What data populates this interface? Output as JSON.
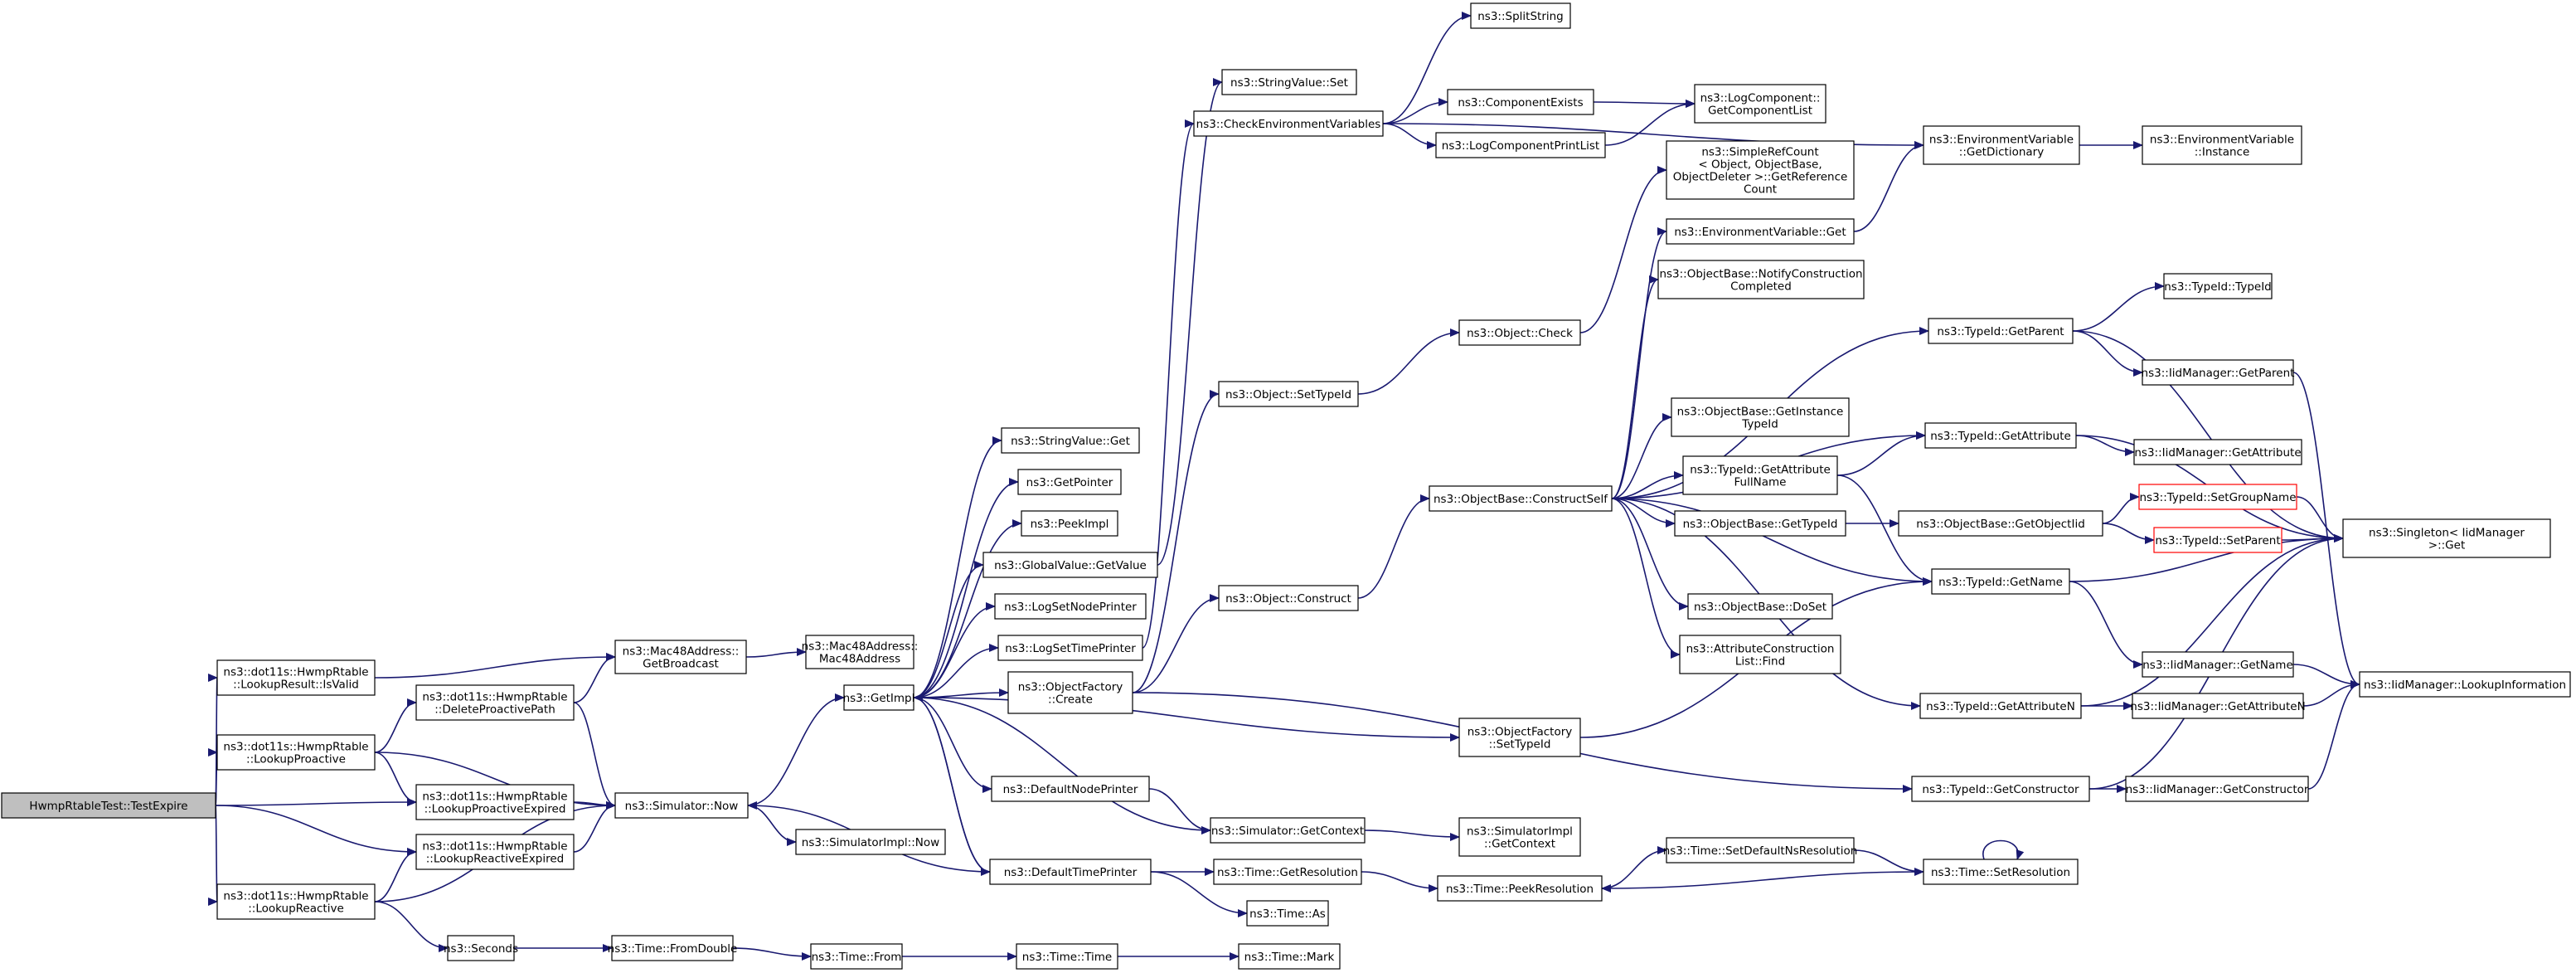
{
  "root": "n0",
  "nodes": [
    {
      "id": "n0",
      "lines": [
        "HwmpRtableTest::TestExpire"
      ]
    },
    {
      "id": "n1",
      "lines": [
        "ns3::dot11s::HwmpRtable",
        "::LookupResult::IsValid"
      ]
    },
    {
      "id": "n2",
      "lines": [
        "ns3::dot11s::HwmpRtable",
        "::LookupProactive"
      ]
    },
    {
      "id": "n3",
      "lines": [
        "ns3::dot11s::HwmpRtable",
        "::LookupProactiveExpired"
      ]
    },
    {
      "id": "n4",
      "lines": [
        "ns3::dot11s::HwmpRtable",
        "::LookupReactiveExpired"
      ]
    },
    {
      "id": "n5",
      "lines": [
        "ns3::dot11s::HwmpRtable",
        "::LookupReactive"
      ]
    },
    {
      "id": "n6",
      "lines": [
        "ns3::dot11s::HwmpRtable",
        "::DeleteProactivePath"
      ]
    },
    {
      "id": "n7",
      "lines": [
        "ns3::Mac48Address::",
        "GetBroadcast"
      ]
    },
    {
      "id": "n8",
      "lines": [
        "ns3::Mac48Address::",
        "Mac48Address"
      ]
    },
    {
      "id": "n9",
      "lines": [
        "ns3::Simulator::Now"
      ]
    },
    {
      "id": "n10",
      "lines": [
        "ns3::SimulatorImpl::Now"
      ]
    },
    {
      "id": "n11",
      "lines": [
        "ns3::GetImpl"
      ]
    },
    {
      "id": "n12",
      "lines": [
        "ns3::Seconds"
      ]
    },
    {
      "id": "n13",
      "lines": [
        "ns3::Time::FromDouble"
      ]
    },
    {
      "id": "n14",
      "lines": [
        "ns3::Time::From"
      ]
    },
    {
      "id": "n15",
      "lines": [
        "ns3::Time::Time"
      ]
    },
    {
      "id": "n16",
      "lines": [
        "ns3::Time::Mark"
      ]
    },
    {
      "id": "n17",
      "lines": [
        "ns3::StringValue::Get"
      ]
    },
    {
      "id": "n18",
      "lines": [
        "ns3::GetPointer"
      ]
    },
    {
      "id": "n19",
      "lines": [
        "ns3::PeekImpl"
      ]
    },
    {
      "id": "n20",
      "lines": [
        "ns3::GlobalValue::GetValue"
      ]
    },
    {
      "id": "n21",
      "lines": [
        "ns3::LogSetNodePrinter"
      ]
    },
    {
      "id": "n22",
      "lines": [
        "ns3::LogSetTimePrinter"
      ]
    },
    {
      "id": "n23",
      "lines": [
        "ns3::ObjectFactory",
        "::Create"
      ]
    },
    {
      "id": "n24",
      "lines": [
        "ns3::DefaultNodePrinter"
      ]
    },
    {
      "id": "n25",
      "lines": [
        "ns3::DefaultTimePrinter"
      ]
    },
    {
      "id": "n26",
      "lines": [
        "ns3::StringValue::Set"
      ]
    },
    {
      "id": "n27",
      "lines": [
        "ns3::CheckEnvironmentVariables"
      ]
    },
    {
      "id": "n28",
      "lines": [
        "ns3::Object::SetTypeId"
      ]
    },
    {
      "id": "n29",
      "lines": [
        "ns3::Object::Construct"
      ]
    },
    {
      "id": "n30",
      "lines": [
        "ns3::Simulator::GetContext"
      ]
    },
    {
      "id": "n31",
      "lines": [
        "ns3::Time::GetResolution"
      ]
    },
    {
      "id": "n32",
      "lines": [
        "ns3::Time::As"
      ]
    },
    {
      "id": "n33",
      "lines": [
        "ns3::SplitString"
      ]
    },
    {
      "id": "n34",
      "lines": [
        "ns3::ComponentExists"
      ]
    },
    {
      "id": "n35",
      "lines": [
        "ns3::LogComponentPrintList"
      ]
    },
    {
      "id": "n36",
      "lines": [
        "ns3::Object::Check"
      ]
    },
    {
      "id": "n37",
      "lines": [
        "ns3::ObjectBase::ConstructSelf"
      ]
    },
    {
      "id": "n38",
      "lines": [
        "ns3::ObjectFactory",
        "::SetTypeId"
      ]
    },
    {
      "id": "n39",
      "lines": [
        "ns3::SimulatorImpl",
        "::GetContext"
      ]
    },
    {
      "id": "n40",
      "lines": [
        "ns3::Time::PeekResolution"
      ]
    },
    {
      "id": "n41",
      "lines": [
        "ns3::LogComponent::",
        "GetComponentList"
      ]
    },
    {
      "id": "n42",
      "lines": [
        "ns3::SimpleRefCount",
        "< Object, ObjectBase,",
        "ObjectDeleter >::GetReference",
        "Count"
      ]
    },
    {
      "id": "n43",
      "lines": [
        "ns3::EnvironmentVariable::Get"
      ]
    },
    {
      "id": "n44",
      "lines": [
        "ns3::ObjectBase::NotifyConstruction",
        "Completed"
      ]
    },
    {
      "id": "n45",
      "lines": [
        "ns3::ObjectBase::GetInstance",
        "TypeId"
      ]
    },
    {
      "id": "n46",
      "lines": [
        "ns3::TypeId::GetAttribute",
        "FullName"
      ]
    },
    {
      "id": "n47",
      "lines": [
        "ns3::ObjectBase::GetTypeId"
      ]
    },
    {
      "id": "n48",
      "lines": [
        "ns3::ObjectBase::DoSet"
      ]
    },
    {
      "id": "n49",
      "lines": [
        "ns3::AttributeConstruction",
        "List::Find"
      ]
    },
    {
      "id": "n50",
      "lines": [
        "ns3::Time::SetDefaultNsResolution"
      ]
    },
    {
      "id": "n51",
      "lines": [
        "ns3::EnvironmentVariable",
        "::GetDictionary"
      ]
    },
    {
      "id": "n52",
      "lines": [
        "ns3::TypeId::GetParent"
      ]
    },
    {
      "id": "n53",
      "lines": [
        "ns3::TypeId::GetAttribute"
      ]
    },
    {
      "id": "n54",
      "lines": [
        "ns3::ObjectBase::GetObjectIid"
      ]
    },
    {
      "id": "n55",
      "lines": [
        "ns3::TypeId::GetName"
      ]
    },
    {
      "id": "n56",
      "lines": [
        "ns3::TypeId::GetAttributeN"
      ]
    },
    {
      "id": "n57",
      "lines": [
        "ns3::TypeId::GetConstructor"
      ]
    },
    {
      "id": "n58",
      "lines": [
        "ns3::Time::SetResolution"
      ]
    },
    {
      "id": "n59",
      "lines": [
        "ns3::EnvironmentVariable",
        "::Instance"
      ]
    },
    {
      "id": "n60",
      "lines": [
        "ns3::TypeId::TypeId"
      ]
    },
    {
      "id": "n61",
      "lines": [
        "ns3::IidManager::GetParent"
      ]
    },
    {
      "id": "n62",
      "lines": [
        "ns3::IidManager::GetAttribute"
      ]
    },
    {
      "id": "n63",
      "lines": [
        "ns3::TypeId::SetGroupName"
      ],
      "highlight": "red"
    },
    {
      "id": "n64",
      "lines": [
        "ns3::TypeId::SetParent"
      ],
      "highlight": "red"
    },
    {
      "id": "n65",
      "lines": [
        "ns3::IidManager::GetName"
      ]
    },
    {
      "id": "n66",
      "lines": [
        "ns3::IidManager::GetAttributeN"
      ]
    },
    {
      "id": "n67",
      "lines": [
        "ns3::IidManager::GetConstructor"
      ]
    },
    {
      "id": "n68",
      "lines": [
        "ns3::Singleton< IidManager",
        " >::Get"
      ]
    },
    {
      "id": "n69",
      "lines": [
        "ns3::IidManager::LookupInformation"
      ]
    }
  ],
  "edges": [
    [
      "n0",
      "n1"
    ],
    [
      "n0",
      "n2"
    ],
    [
      "n0",
      "n3"
    ],
    [
      "n0",
      "n4"
    ],
    [
      "n0",
      "n5"
    ],
    [
      "n1",
      "n7"
    ],
    [
      "n2",
      "n6"
    ],
    [
      "n2",
      "n3"
    ],
    [
      "n2",
      "n9"
    ],
    [
      "n3",
      "n9"
    ],
    [
      "n4",
      "n9"
    ],
    [
      "n5",
      "n4"
    ],
    [
      "n5",
      "n9"
    ],
    [
      "n5",
      "n12"
    ],
    [
      "n6",
      "n7"
    ],
    [
      "n6",
      "n9"
    ],
    [
      "n7",
      "n8"
    ],
    [
      "n9",
      "n10"
    ],
    [
      "n9",
      "n11"
    ],
    [
      "n12",
      "n13"
    ],
    [
      "n13",
      "n14"
    ],
    [
      "n14",
      "n15"
    ],
    [
      "n15",
      "n16"
    ],
    [
      "n11",
      "n17"
    ],
    [
      "n11",
      "n18"
    ],
    [
      "n11",
      "n19"
    ],
    [
      "n11",
      "n20"
    ],
    [
      "n11",
      "n21"
    ],
    [
      "n11",
      "n22"
    ],
    [
      "n11",
      "n23"
    ],
    [
      "n11",
      "n24"
    ],
    [
      "n11",
      "n25"
    ],
    [
      "n11",
      "n30"
    ],
    [
      "n11",
      "n38"
    ],
    [
      "n20",
      "n26"
    ],
    [
      "n22",
      "n27"
    ],
    [
      "n23",
      "n28"
    ],
    [
      "n23",
      "n29"
    ],
    [
      "n23",
      "n57"
    ],
    [
      "n24",
      "n30"
    ],
    [
      "n25",
      "n9"
    ],
    [
      "n25",
      "n11"
    ],
    [
      "n25",
      "n31"
    ],
    [
      "n25",
      "n32"
    ],
    [
      "n27",
      "n33"
    ],
    [
      "n27",
      "n34"
    ],
    [
      "n27",
      "n35"
    ],
    [
      "n27",
      "n51"
    ],
    [
      "n28",
      "n36"
    ],
    [
      "n29",
      "n37"
    ],
    [
      "n30",
      "n39"
    ],
    [
      "n31",
      "n40"
    ],
    [
      "n34",
      "n41"
    ],
    [
      "n35",
      "n41"
    ],
    [
      "n36",
      "n42"
    ],
    [
      "n37",
      "n43"
    ],
    [
      "n37",
      "n44"
    ],
    [
      "n37",
      "n45"
    ],
    [
      "n37",
      "n46"
    ],
    [
      "n37",
      "n47"
    ],
    [
      "n37",
      "n48"
    ],
    [
      "n37",
      "n49"
    ],
    [
      "n37",
      "n52"
    ],
    [
      "n37",
      "n53"
    ],
    [
      "n37",
      "n55"
    ],
    [
      "n37",
      "n56"
    ],
    [
      "n38",
      "n55"
    ],
    [
      "n40",
      "n50"
    ],
    [
      "n43",
      "n51"
    ],
    [
      "n46",
      "n53"
    ],
    [
      "n46",
      "n55"
    ],
    [
      "n47",
      "n54"
    ],
    [
      "n50",
      "n58"
    ],
    [
      "n51",
      "n59"
    ],
    [
      "n52",
      "n60"
    ],
    [
      "n52",
      "n61"
    ],
    [
      "n52",
      "n68"
    ],
    [
      "n53",
      "n62"
    ],
    [
      "n53",
      "n68"
    ],
    [
      "n54",
      "n63"
    ],
    [
      "n54",
      "n64"
    ],
    [
      "n55",
      "n65"
    ],
    [
      "n55",
      "n68"
    ],
    [
      "n56",
      "n66"
    ],
    [
      "n56",
      "n68"
    ],
    [
      "n57",
      "n67"
    ],
    [
      "n57",
      "n68"
    ],
    [
      "n58",
      "n40"
    ],
    [
      "n58",
      "n58"
    ],
    [
      "n61",
      "n69"
    ],
    [
      "n63",
      "n68"
    ],
    [
      "n64",
      "n68"
    ],
    [
      "n65",
      "n69"
    ],
    [
      "n66",
      "n69"
    ],
    [
      "n67",
      "n69"
    ]
  ]
}
